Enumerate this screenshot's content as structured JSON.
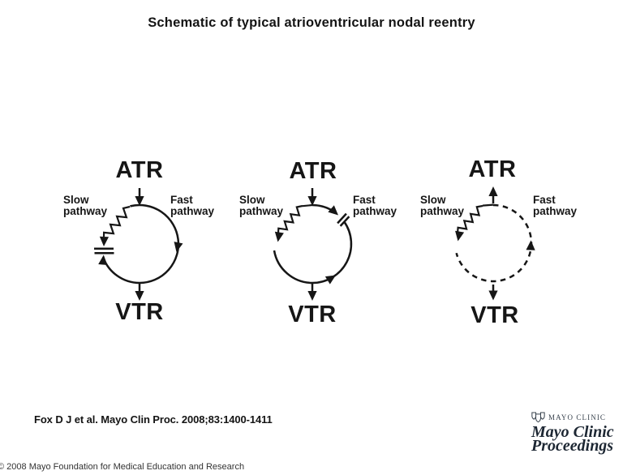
{
  "title": "Schematic of typical atrioventricular nodal reentry",
  "panels": [
    {
      "id": "sinus-conduction",
      "atrium": "ATR",
      "ventricle": "VTR",
      "slow_label_line1": "Slow",
      "slow_label_line2": "pathway",
      "fast_label_line1": "Fast",
      "fast_label_line2": "pathway"
    },
    {
      "id": "fast-pathway-block",
      "atrium": "ATR",
      "ventricle": "VTR",
      "slow_label_line1": "Slow",
      "slow_label_line2": "pathway",
      "fast_label_line1": "Fast",
      "fast_label_line2": "pathway"
    },
    {
      "id": "reentry-circuit",
      "atrium": "ATR",
      "ventricle": "VTR",
      "slow_label_line1": "Slow",
      "slow_label_line2": "pathway",
      "fast_label_line1": "Fast",
      "fast_label_line2": "pathway"
    }
  ],
  "citation": "Fox D J et al. Mayo Clin Proc. 2008;83:1400-1411",
  "copyright": "© 2008 Mayo Foundation for Medical Education and Research",
  "branding": {
    "wordmark": "MAYO CLINIC",
    "journal_line1": "Mayo Clinic",
    "journal_line2": "Proceedings"
  },
  "colors": {
    "ink": "#161616",
    "brand_navy": "#1d2733",
    "background": "#ffffff"
  }
}
